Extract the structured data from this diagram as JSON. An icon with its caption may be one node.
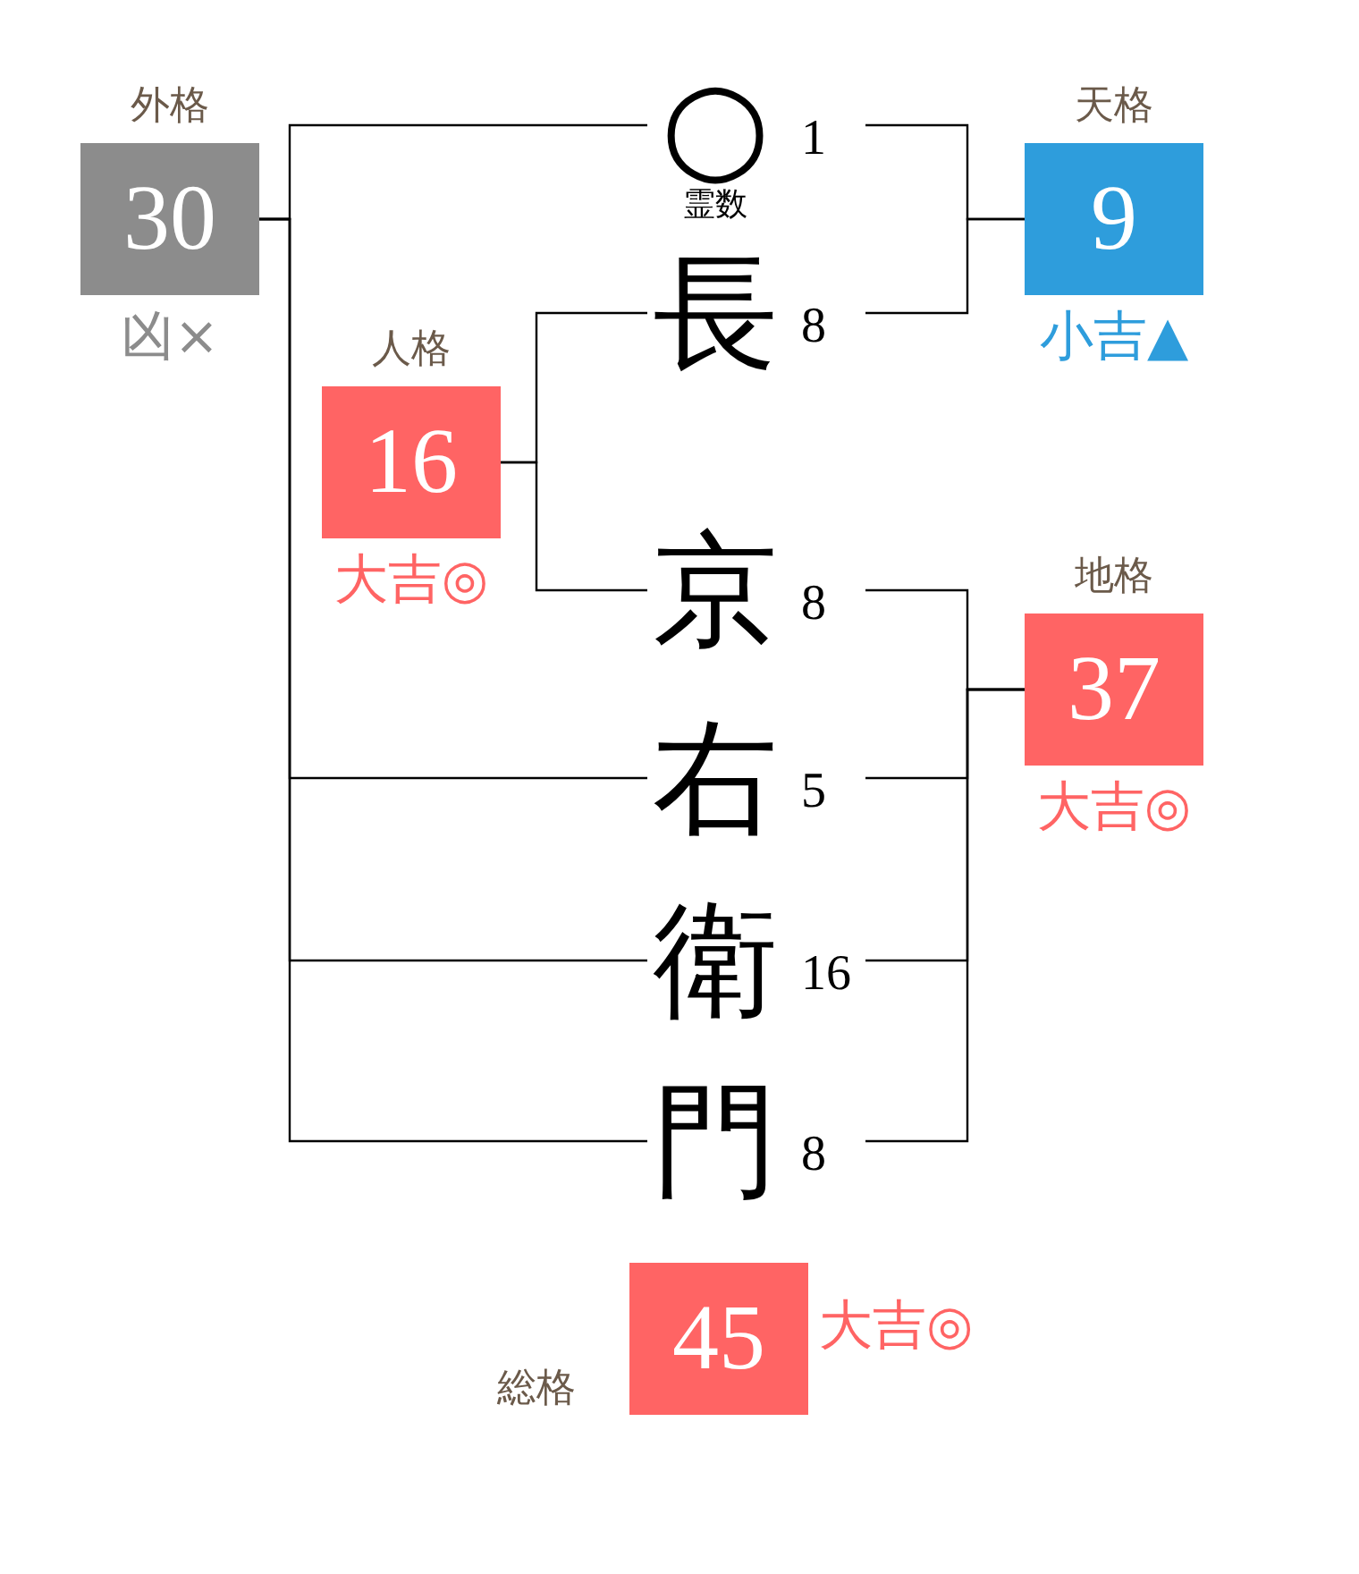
{
  "diagram": {
    "nodes": [
      {
        "text": [
          "外格",
          "30"
        ],
        "beside": [
          "凶×"
        ]
      },
      {
        "text": [
          "○"
        ],
        "beside": [
          "1",
          "霊数"
        ]
      },
      {
        "text": [
          "天格",
          "9"
        ],
        "beside": [
          "小吉▲"
        ]
      },
      {
        "text": [
          "長"
        ],
        "beside": [
          "8"
        ]
      },
      {
        "text": [
          "人格",
          "16"
        ],
        "beside": [
          "大吉◎"
        ]
      },
      {
        "text": [
          "京"
        ],
        "beside": [
          "8"
        ]
      },
      {
        "text": [
          "地格",
          "37"
        ],
        "beside": [
          "大吉◎"
        ]
      },
      {
        "text": [
          "右"
        ],
        "beside": [
          "5"
        ]
      },
      {
        "text": [
          "衛"
        ],
        "beside": [
          "16"
        ]
      },
      {
        "text": [
          "門"
        ],
        "beside": [
          "8"
        ]
      },
      {
        "text": [
          "総格",
          "45"
        ],
        "beside": [
          "大吉◎"
        ]
      }
    ],
    "edges": [
      {
        "from": 1,
        "to": 0,
        "arrow": "none"
      },
      {
        "from": 7,
        "to": 0,
        "arrow": "none"
      },
      {
        "from": 8,
        "to": 0,
        "arrow": "none"
      },
      {
        "from": 9,
        "to": 0,
        "arrow": "none"
      },
      {
        "from": 1,
        "to": 2,
        "arrow": "none"
      },
      {
        "from": 3,
        "to": 2,
        "arrow": "none"
      },
      {
        "from": 3,
        "to": 4,
        "arrow": "none"
      },
      {
        "from": 5,
        "to": 4,
        "arrow": "none"
      },
      {
        "from": 5,
        "to": 6,
        "arrow": "none"
      },
      {
        "from": 7,
        "to": 6,
        "arrow": "none"
      },
      {
        "from": 8,
        "to": 6,
        "arrow": "none"
      },
      {
        "from": 9,
        "to": 6,
        "arrow": "none"
      }
    ]
  }
}
